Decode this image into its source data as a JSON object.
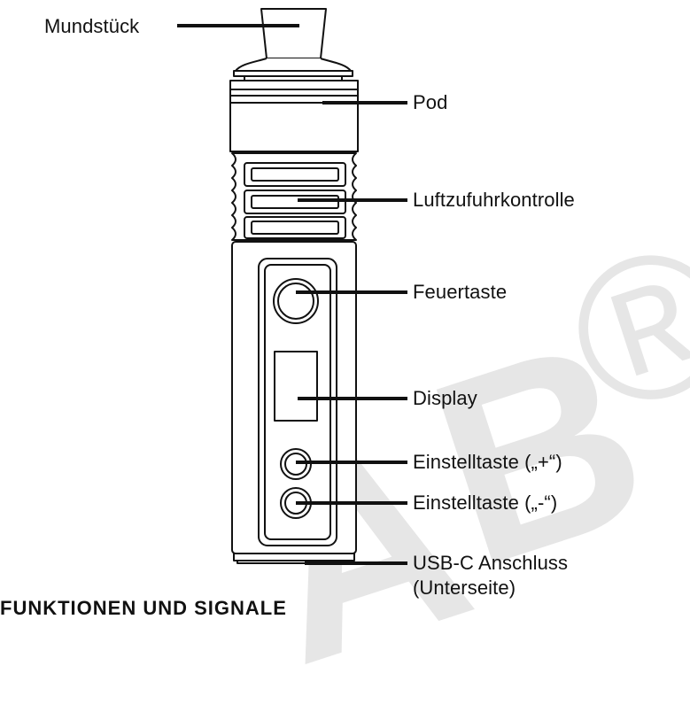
{
  "labels": {
    "mouthpiece": "Mundstück",
    "pod": "Pod",
    "airflow": "Luftzufuhrkontrolle",
    "fire_button": "Feuertaste",
    "display": "Display",
    "plus_button": "Einstelltaste („+“)",
    "minus_button": "Einstelltaste („-“)",
    "usb_line1": "USB-C Anschluss",
    "usb_line2": "(Unterseite)"
  },
  "cutoff_heading": "FUNKTIONEN UND SIGNALE",
  "watermark": {
    "letter_a": "A",
    "letter_b": "B",
    "symbol": "®"
  },
  "colors": {
    "line": "#111111",
    "watermark": "#e6e6e6",
    "background": "#ffffff"
  }
}
